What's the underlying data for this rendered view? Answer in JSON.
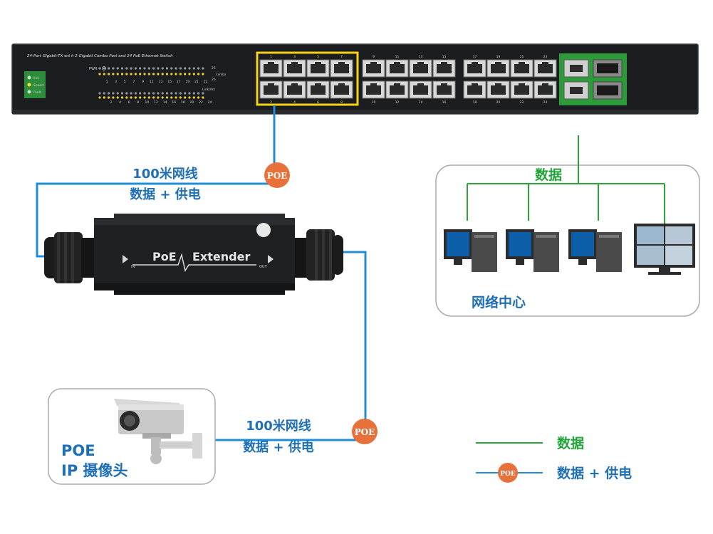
{
  "colors": {
    "poe_line": "#1e8fd6",
    "data_line": "#2aa536",
    "poe_badge": "#e8703a",
    "label_blue": "#1f6fb5",
    "label_green": "#22a33a",
    "switch_body": "#1c1d20",
    "poe_port_frame": "#f2d21b",
    "uplink_frame": "#2d9b3a"
  },
  "switch": {
    "model_text": "24-Port Gigabit-TX wit h 2 Gigabit Combo Port and 24 PoE Ethernet Switch",
    "led_labels": [
      "link",
      "Speed",
      "Fault"
    ],
    "pwr_label": "PWR",
    "combo_label": "Combo",
    "linkact_label": "Link/Act",
    "port_numbers_top": [
      "1",
      "3",
      "5",
      "7",
      "9",
      "11",
      "13",
      "15",
      "17",
      "19",
      "21",
      "23"
    ],
    "port_numbers_bottom": [
      "2",
      "4",
      "6",
      "8",
      "10",
      "12",
      "14",
      "16",
      "18",
      "20",
      "22",
      "24"
    ],
    "combo_numbers": [
      "25",
      "26"
    ]
  },
  "extender": {
    "label_poe": "PoE",
    "label_extender": "Extender",
    "in_label": "IN",
    "out_label": "OUT"
  },
  "links": {
    "top_line1": "100米网线",
    "top_line2": "数据 + 供电",
    "bottom_line1": "100米网线",
    "bottom_line2": "数据 + 供电",
    "poe_badge": "POE"
  },
  "network_center": {
    "data_label": "数据",
    "title": "网络中心"
  },
  "camera": {
    "title_line1": "POE",
    "title_line2": "IP 摄像头"
  },
  "legend": {
    "data": "数据",
    "poe_badge": "POE",
    "data_power": "数据 + 供电"
  }
}
